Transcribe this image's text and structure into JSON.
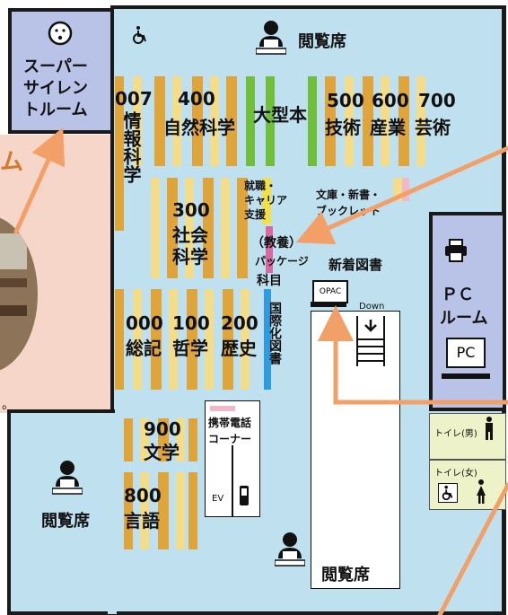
{
  "rooms": {
    "super_silent": {
      "line1": "スーパー",
      "line2": "サイレン",
      "line3": "トルーム"
    },
    "pc": {
      "line1": "ＰＣ",
      "line2": "ルーム",
      "sign": "PC"
    }
  },
  "fragment_label": "ム",
  "fragment_dot": "。",
  "reading_seats": {
    "top": "閲覧席",
    "left": "閲覧席",
    "bottom": "閲覧席"
  },
  "categories": {
    "c007": {
      "num": "007",
      "name": "情報科学"
    },
    "c400": {
      "num": "400",
      "name": "自然科学"
    },
    "large": {
      "name": "大型本"
    },
    "c500": {
      "num": "500",
      "name": "技術"
    },
    "c600": {
      "num": "600",
      "name": "産業"
    },
    "c700": {
      "num": "700",
      "name": "芸術"
    },
    "c300": {
      "num": "300",
      "name1": "社会",
      "name2": "科学"
    },
    "career": {
      "line1": "就職・",
      "line2": "キャリア",
      "line3": "支援"
    },
    "bunko": {
      "line1": "文庫・新書・",
      "line2": "ブックレット"
    },
    "kyoyo": {
      "line1": "（教養）",
      "line2": "パッケージ",
      "line3": "科目"
    },
    "new_books": "新着図書",
    "c000": {
      "num": "000",
      "name": "総記"
    },
    "c100": {
      "num": "100",
      "name": "哲学"
    },
    "c200": {
      "num": "200",
      "name": "歴史"
    },
    "intl": "国際化図書",
    "c900": {
      "num": "900",
      "name": "文学"
    },
    "c800": {
      "num": "800",
      "name": "言語"
    }
  },
  "opac": "OPAC",
  "stairs_down": "Down",
  "phone_corner": {
    "line1": "携帯電話",
    "line2": "コーナー"
  },
  "elevator": "EV",
  "toilets": {
    "men": "トイレ(男)",
    "women": "トイレ(女)"
  },
  "colors": {
    "floor": "#bfe0ee",
    "shelf": "#dfa53a",
    "shelf_light": "#f3dc8a",
    "large_books": "#6fbf3a",
    "arrow": "#f2a068",
    "room": "#b9c3e8",
    "photo_area": "#f6d6c8"
  },
  "icons": [
    "wheelchair-icon",
    "librarian-icon",
    "quiet-face-icon",
    "printer-icon",
    "pc-monitor-icon",
    "phone-icon",
    "toilet-men-icon",
    "toilet-women-icon"
  ]
}
